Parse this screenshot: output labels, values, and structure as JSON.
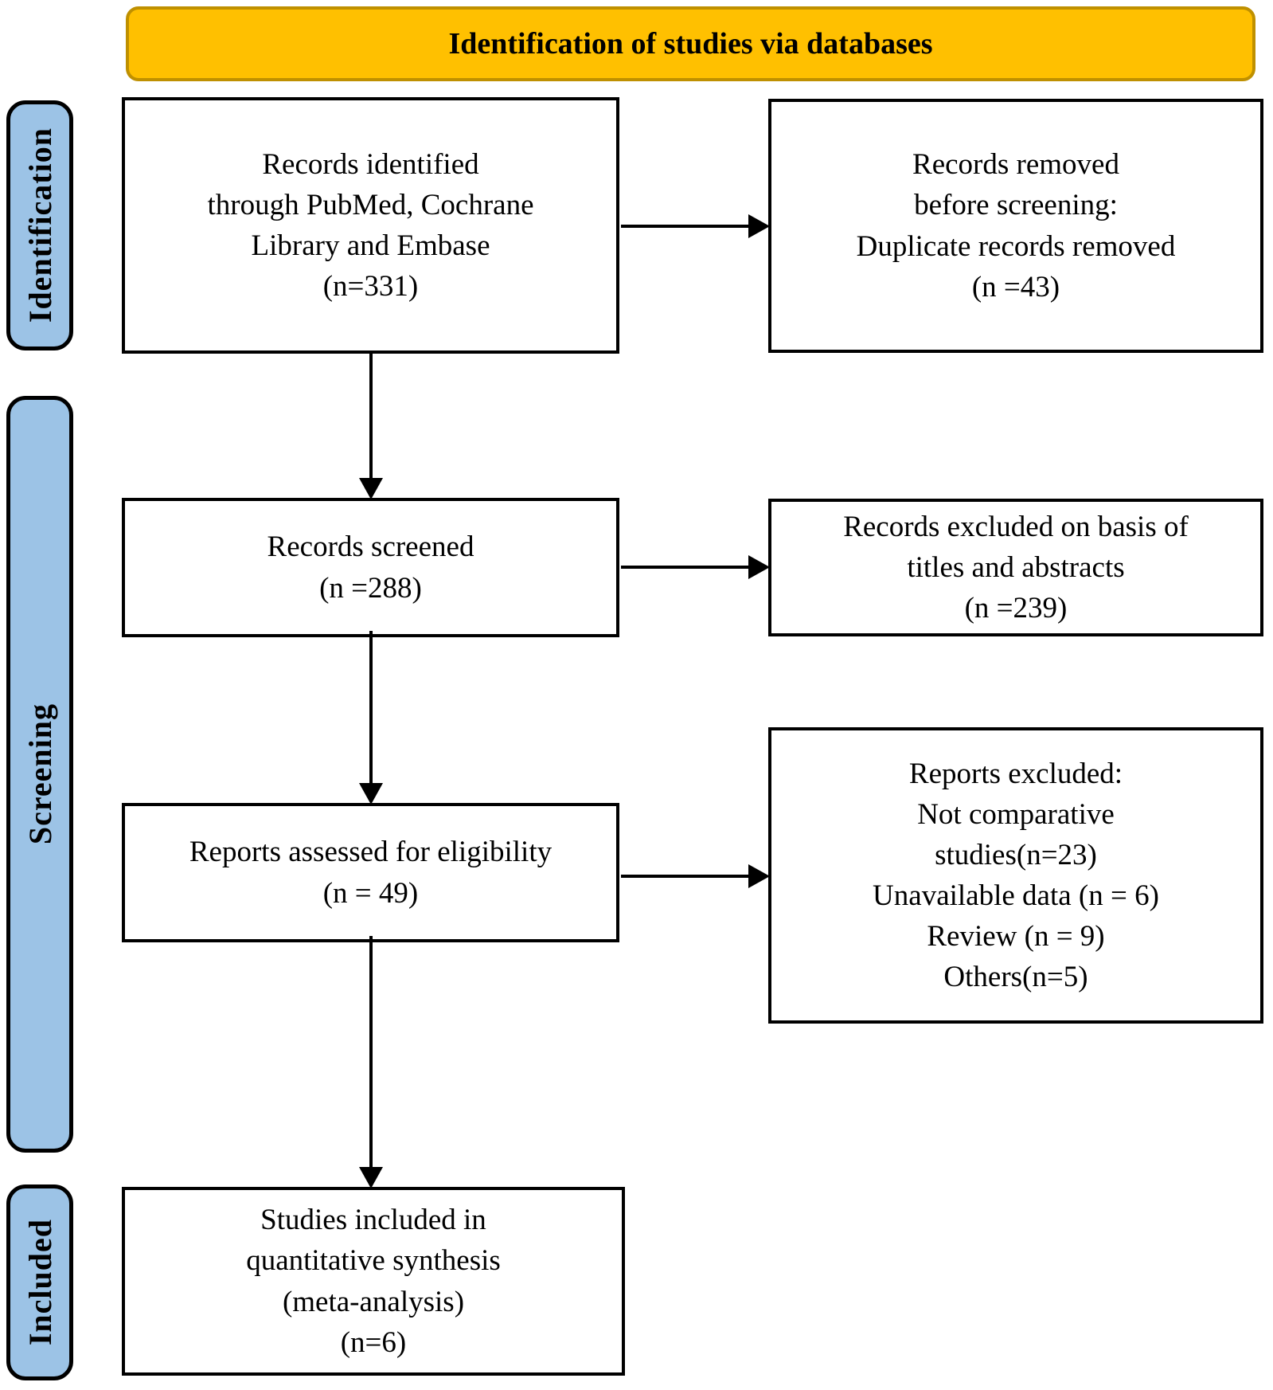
{
  "banner": {
    "title": "Identification of studies via databases"
  },
  "stages": [
    {
      "label": "Identification"
    },
    {
      "label": "Screening"
    },
    {
      "label": "Included"
    }
  ],
  "boxes": {
    "records_identified": {
      "lines": [
        "Records identified",
        "through PubMed, Cochrane",
        "Library and Embase",
        "(n=331)"
      ]
    },
    "records_removed": {
      "lines": [
        "Records removed",
        "before screening:",
        "Duplicate records removed",
        "(n =43)"
      ]
    },
    "records_screened": {
      "lines": [
        "Records screened",
        "(n =288)"
      ]
    },
    "records_excluded": {
      "lines": [
        "Records excluded on basis of",
        "titles and abstracts",
        "(n =239)"
      ]
    },
    "reports_assessed": {
      "lines": [
        "Reports assessed for eligibility",
        "(n = 49)"
      ]
    },
    "reports_excluded": {
      "lines": [
        "Reports excluded:",
        "Not comparative",
        "studies(n=23)",
        "Unavailable data (n = 6)",
        "Review (n = 9)",
        "Others(n=5)"
      ]
    },
    "studies_included": {
      "lines": [
        "Studies included in",
        "quantitative synthesis",
        "(meta-analysis)",
        "(n=6)"
      ]
    }
  },
  "colors": {
    "banner_fill": "#FFC000",
    "banner_border": "#BF9000",
    "stage_fill": "#9CC3E6",
    "line": "#000000"
  }
}
